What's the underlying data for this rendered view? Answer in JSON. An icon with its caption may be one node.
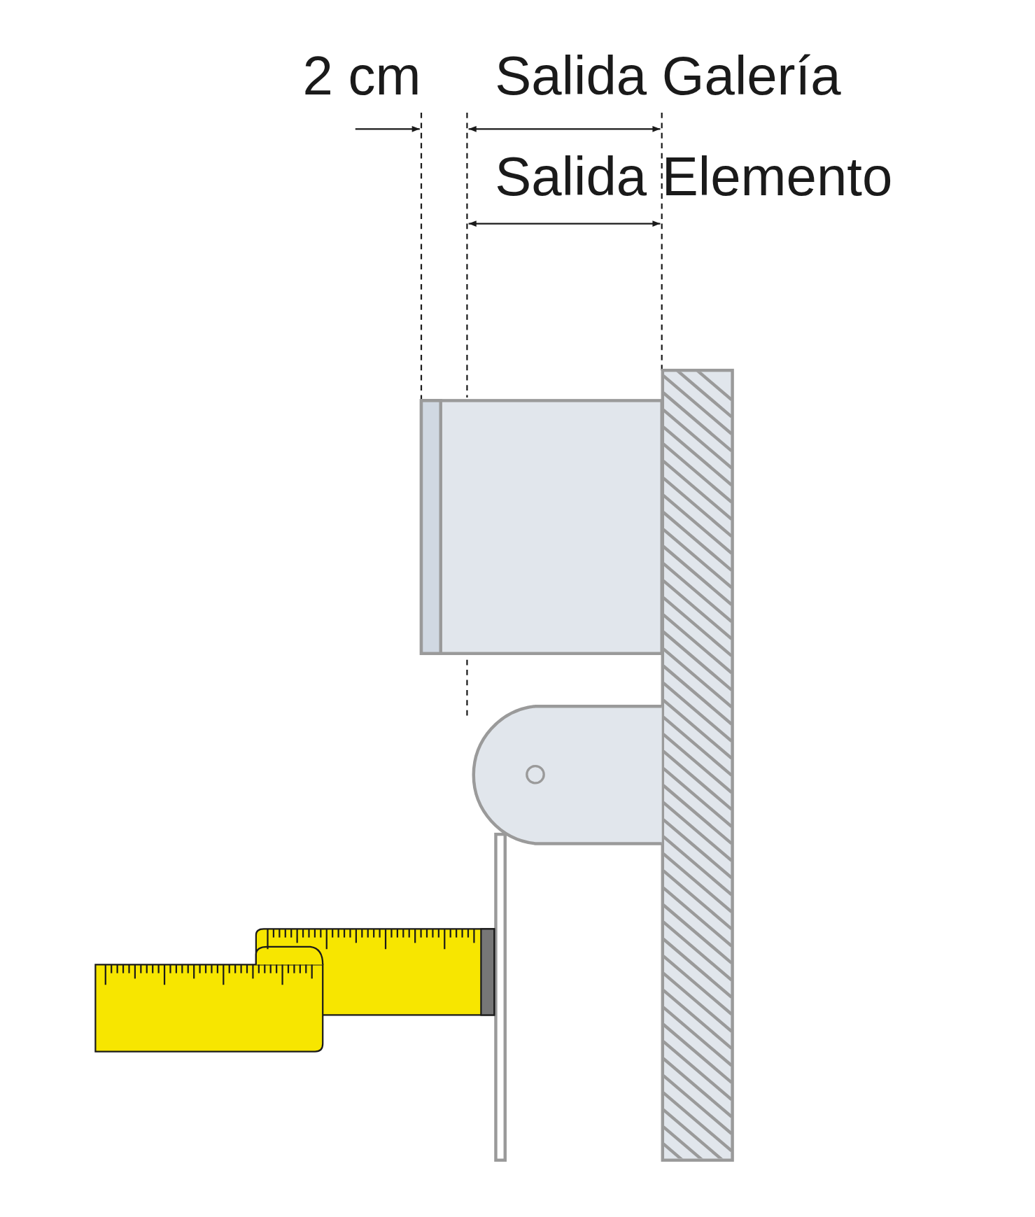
{
  "diagram": {
    "labels": [
      "2 cm",
      "Salida Galería",
      "Salida Elemento"
    ]
  }
}
